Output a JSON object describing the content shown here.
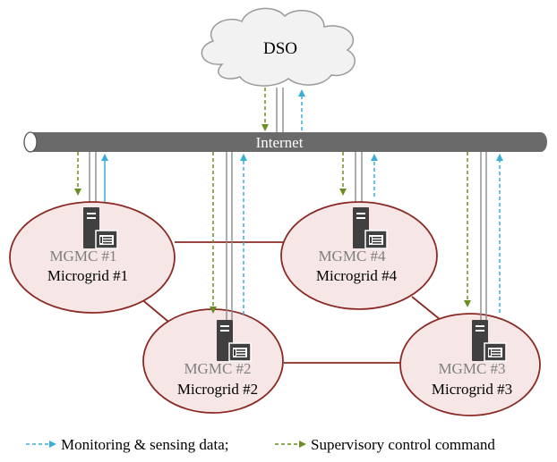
{
  "cloud": {
    "label": "DSO"
  },
  "bus": {
    "label": "Internet"
  },
  "microgrids": [
    {
      "controller": "MGMC #1",
      "name": "Microgrid #1"
    },
    {
      "controller": "MGMC #2",
      "name": "Microgrid #2"
    },
    {
      "controller": "MGMC #3",
      "name": "Microgrid #3"
    },
    {
      "controller": "MGMC #4",
      "name": "Microgrid #4"
    }
  ],
  "legend": {
    "monitoring": "Monitoring & sensing data;",
    "control": "Supervisory control command"
  },
  "colors": {
    "monitoring": "#3aaed8",
    "control": "#6b8e23",
    "grid_line": "#8b2a24",
    "ellipse_fill": "#f6e7e6",
    "ellipse_stroke": "#8b2a24",
    "bus_fill": "#666666",
    "server": "#404040",
    "mgmc_text": "#7f7f7f"
  }
}
